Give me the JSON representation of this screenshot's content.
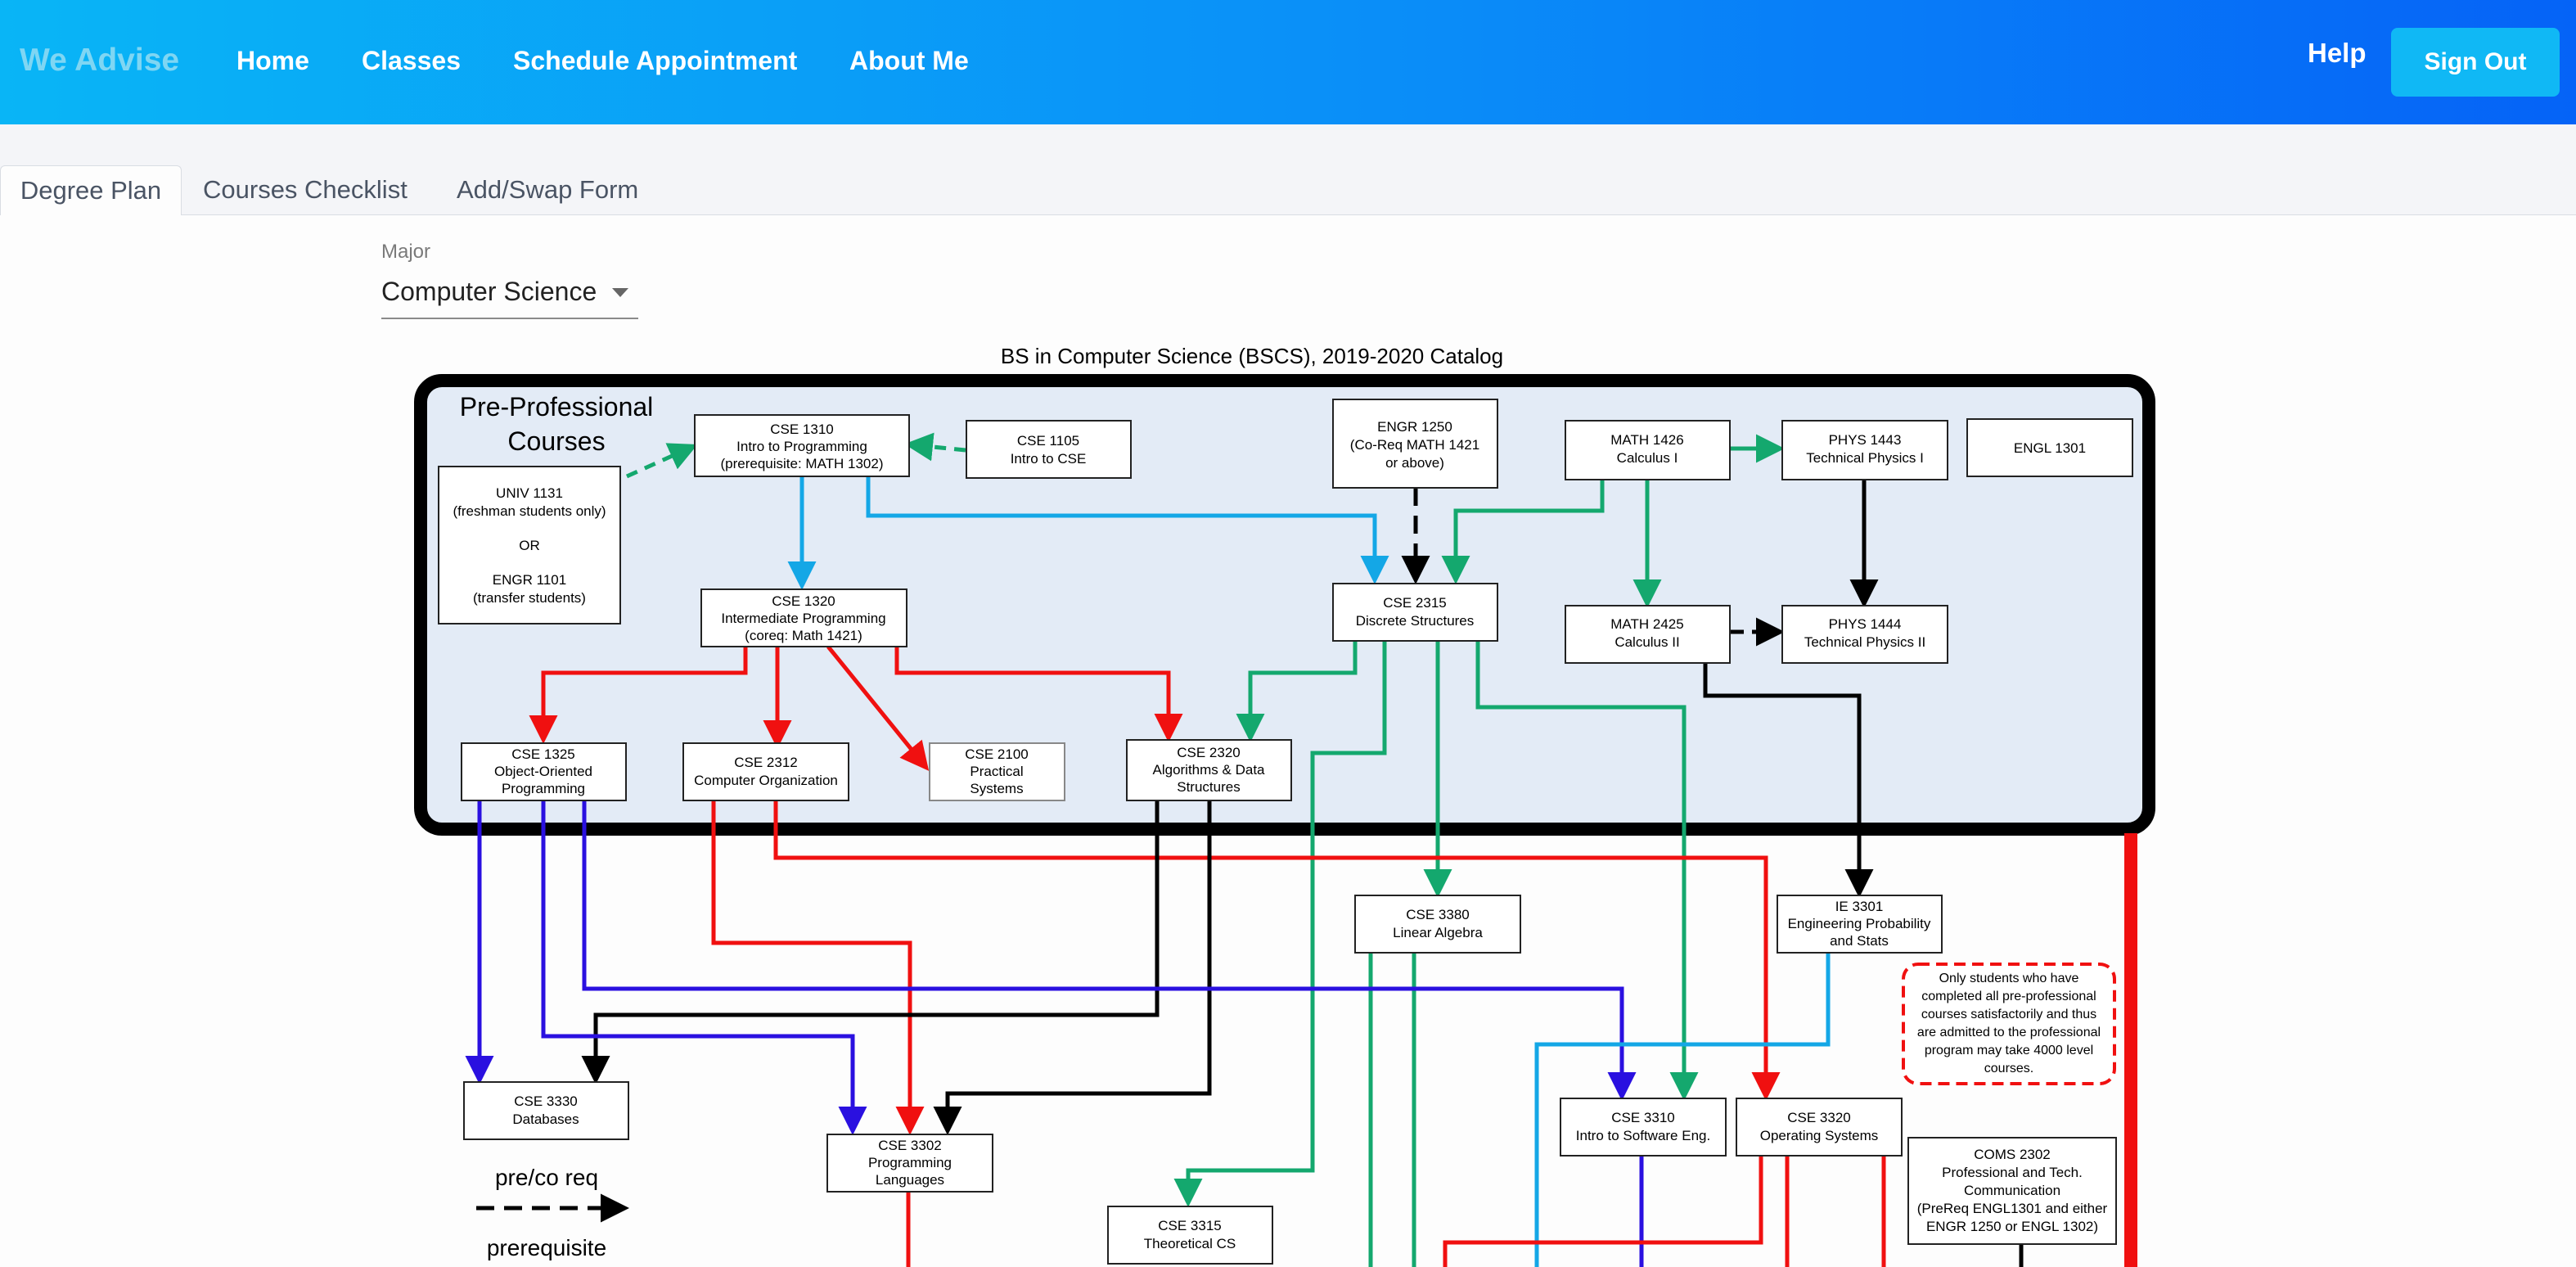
{
  "nav": {
    "brand": "We Advise",
    "links": [
      "Home",
      "Classes",
      "Schedule Appointment",
      "About Me"
    ],
    "help": "Help",
    "sign_out": "Sign Out"
  },
  "tabs": [
    "Degree Plan",
    "Courses Checklist",
    "Add/Swap Form"
  ],
  "major": {
    "label": "Major",
    "value": "Computer Science"
  },
  "chart": {
    "title": "BS in Computer Science (BSCS), 2019-2020 Catalog",
    "section_title": [
      "Pre-Professional",
      "Courses"
    ],
    "note": [
      "Only students who have",
      "completed all pre-professional",
      "courses satisfactorily and thus",
      "are admitted to the professional",
      "program may take 4000 level",
      "courses."
    ],
    "legend": {
      "coreq": "pre/co req",
      "prereq": "prerequisite"
    },
    "courses": {
      "cse1310": [
        "CSE 1310",
        "Intro to Programming",
        "(prerequisite: MATH 1302)"
      ],
      "cse1105": [
        "CSE 1105",
        "Intro to CSE"
      ],
      "univ1131": [
        "UNIV 1131",
        "(freshman students only)",
        "",
        "OR",
        "",
        "ENGR 1101",
        "(transfer students)"
      ],
      "engr1250": [
        "ENGR 1250",
        "(Co-Req MATH 1421",
        "or above)"
      ],
      "math1426": [
        "MATH 1426",
        "Calculus I"
      ],
      "phys1443": [
        "PHYS 1443",
        "Technical Physics I"
      ],
      "engl1301": [
        "ENGL 1301"
      ],
      "cse1320": [
        "CSE 1320",
        "Intermediate Programming",
        "(coreq: Math 1421)"
      ],
      "cse2315": [
        "CSE 2315",
        "Discrete Structures"
      ],
      "math2425": [
        "MATH 2425",
        "Calculus II"
      ],
      "phys1444": [
        "PHYS 1444",
        "Technical Physics II"
      ],
      "cse1325": [
        "CSE 1325",
        "Object-Oriented",
        "Programming"
      ],
      "cse2312": [
        "CSE 2312",
        "Computer Organization"
      ],
      "cse2100": [
        "CSE 2100",
        "Practical",
        "Systems"
      ],
      "cse2320": [
        "CSE 2320",
        "Algorithms & Data",
        "Structures"
      ],
      "cse3380": [
        "CSE 3380",
        "Linear Algebra"
      ],
      "ie3301": [
        "IE 3301",
        "Engineering Probability",
        "and Stats"
      ],
      "cse3330": [
        "CSE 3330",
        "Databases"
      ],
      "cse3302": [
        "CSE 3302",
        "Programming",
        "Languages"
      ],
      "cse3310": [
        "CSE 3310",
        "Intro to Software Eng."
      ],
      "cse3320": [
        "CSE 3320",
        "Operating Systems"
      ],
      "coms2302": [
        "COMS 2302",
        "Professional and Tech.",
        "Communication",
        "(PreReq ENGL1301 and either",
        "ENGR 1250 or ENGL 1302)"
      ],
      "cse3315": [
        "CSE 3315",
        "Theoretical CS"
      ]
    },
    "colors": {
      "red": "#f01010",
      "blue": "#14a7e6",
      "green": "#14a86e",
      "black": "#000000",
      "purple": "#2a10e0",
      "panel": "#e3ebf6"
    }
  }
}
